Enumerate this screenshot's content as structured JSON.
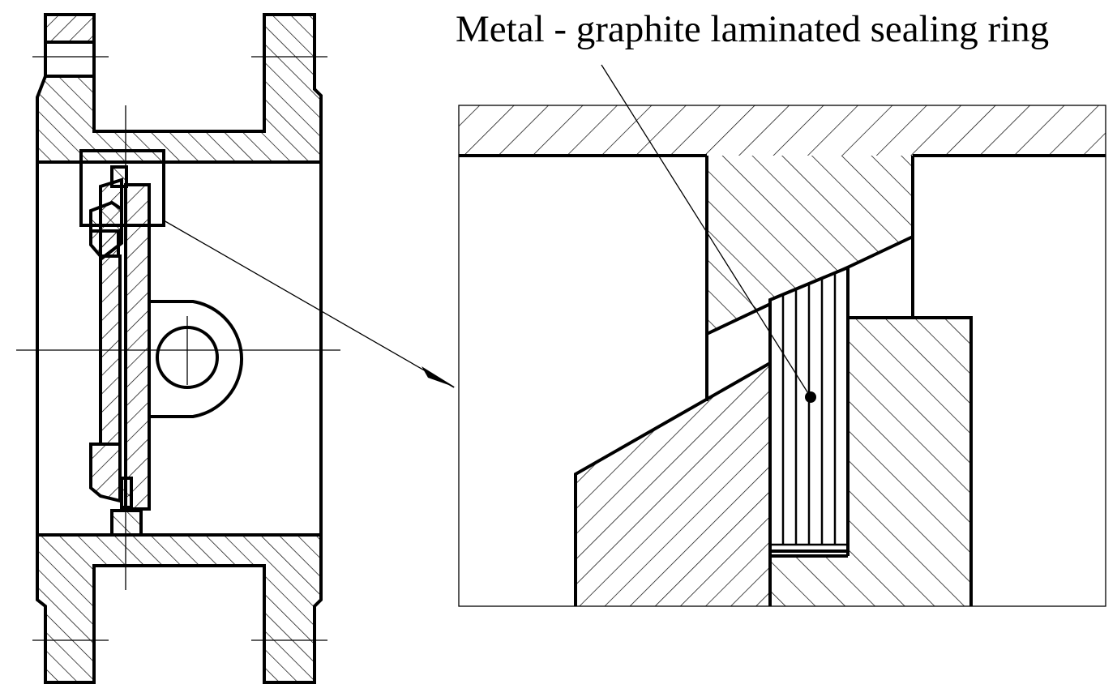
{
  "callout": {
    "label": "Metal - graphite laminated sealing ring"
  },
  "drawing": {
    "left_view": "wafer check valve section",
    "right_view": "enlarged detail of seal area"
  }
}
